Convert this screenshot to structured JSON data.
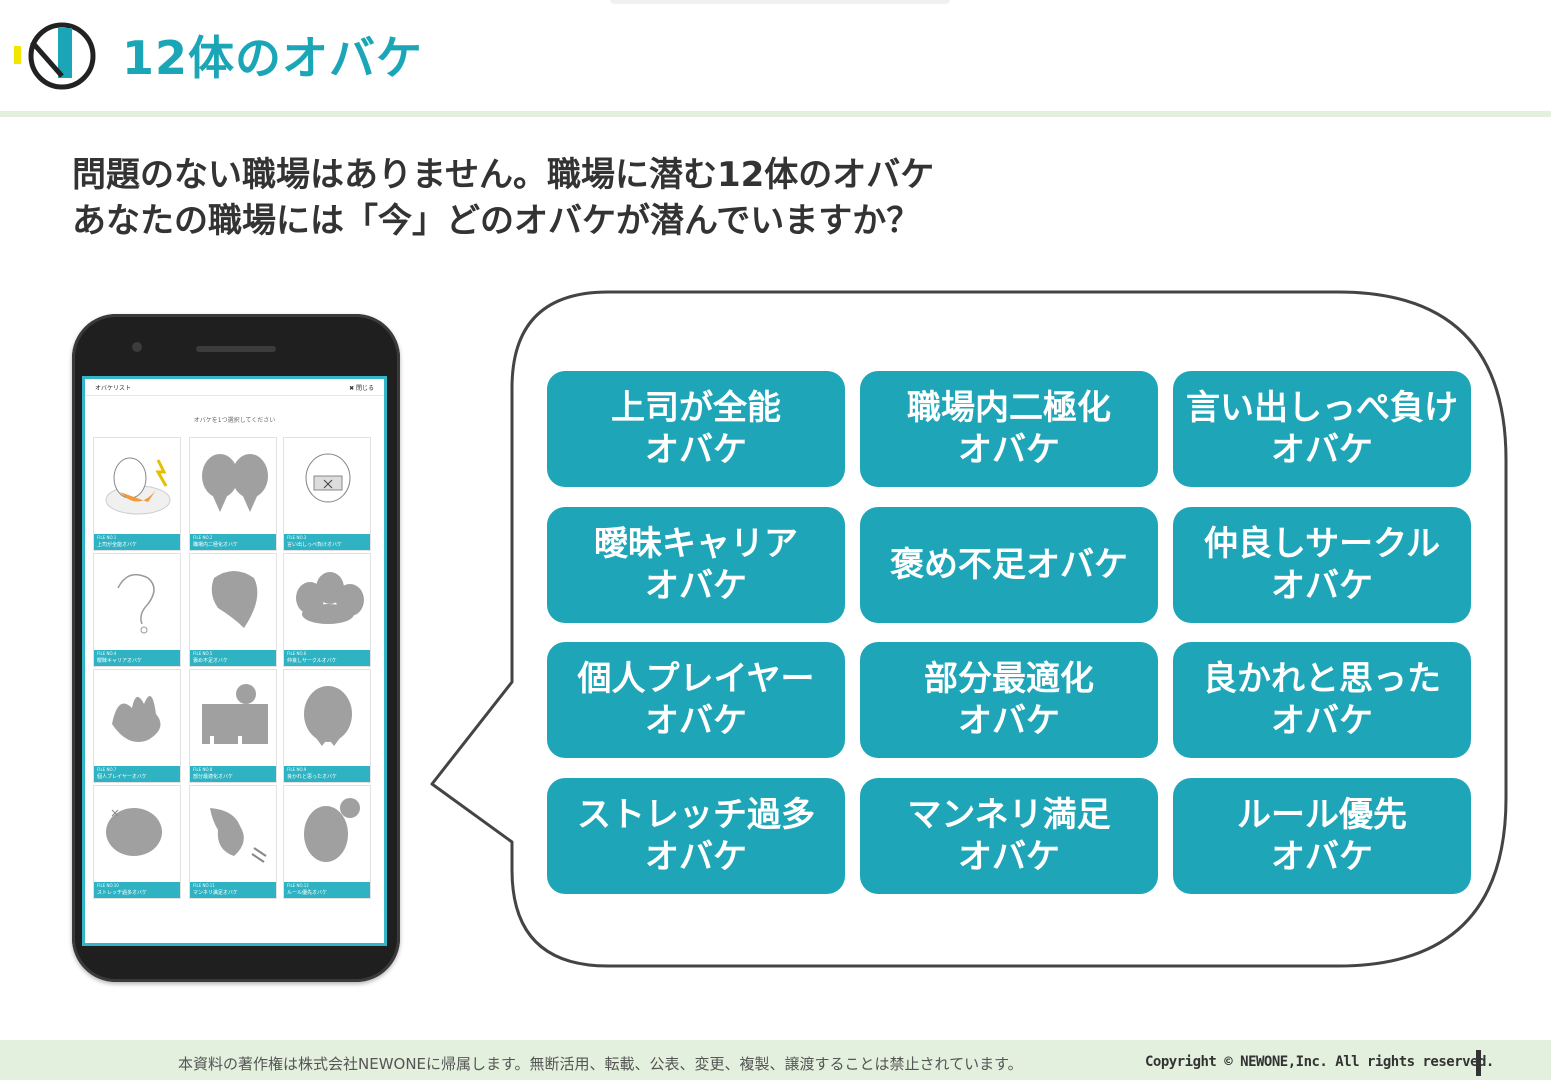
{
  "header": {
    "title": "12体のオバケ"
  },
  "subtitle": {
    "line1": "問題のない職場はありません。職場に潜む12体のオバケ",
    "line2": "あなたの職場には「今」どのオバケが潜んでいますか？"
  },
  "phone_screen": {
    "title": "オバケリスト",
    "close_label": "✖ 閉じる",
    "hint": "オバケを1つ選択してください",
    "cards": [
      {
        "no": "FILE NO.1",
        "name": "上司が全能オバケ"
      },
      {
        "no": "FILE NO.2",
        "name": "職場内二極化オバケ"
      },
      {
        "no": "FILE NO.3",
        "name": "言い出しっぺ負けオバケ"
      },
      {
        "no": "FILE NO.4",
        "name": "曖昧キャリアオバケ"
      },
      {
        "no": "FILE NO.5",
        "name": "褒め不足オバケ"
      },
      {
        "no": "FILE NO.6",
        "name": "仲良しサークルオバケ"
      },
      {
        "no": "FILE NO.7",
        "name": "個人プレイヤーオバケ"
      },
      {
        "no": "FILE NO.8",
        "name": "部分最適化オバケ"
      },
      {
        "no": "FILE NO.9",
        "name": "良かれと思ったオバケ"
      },
      {
        "no": "FILE NO.10",
        "name": "ストレッチ過多オバケ"
      },
      {
        "no": "FILE NO.11",
        "name": "マンネリ満足オバケ"
      },
      {
        "no": "FILE NO.12",
        "name": "ルール優先オバケ"
      }
    ]
  },
  "ghosts": [
    {
      "line1": "上司が全能",
      "line2": "オバケ"
    },
    {
      "line1": "職場内二極化",
      "line2": "オバケ"
    },
    {
      "line1": "言い出しっぺ負け",
      "line2": "オバケ"
    },
    {
      "line1": "曖昧キャリア",
      "line2": "オバケ"
    },
    {
      "line1": "褒め不足オバケ",
      "line2": ""
    },
    {
      "line1": "仲良しサークル",
      "line2": "オバケ"
    },
    {
      "line1": "個人プレイヤー",
      "line2": "オバケ"
    },
    {
      "line1": "部分最適化",
      "line2": "オバケ"
    },
    {
      "line1": "良かれと思った",
      "line2": "オバケ"
    },
    {
      "line1": "ストレッチ過多",
      "line2": "オバケ"
    },
    {
      "line1": "マンネリ満足",
      "line2": "オバケ"
    },
    {
      "line1": "ルール優先",
      "line2": "オバケ"
    }
  ],
  "footer": {
    "notice": "本資料の著作権は株式会社NEWONEに帰属します。無断活用、転載、公表、変更、複製、譲渡することは禁止されています。",
    "copyright": "Copyright © NEWONE,Inc.  All rights reserved."
  },
  "colors": {
    "accent": "#1ea5b8",
    "title": "#1aa6b7",
    "band": "#e3f0de",
    "logo_yellow": "#f2e600"
  }
}
